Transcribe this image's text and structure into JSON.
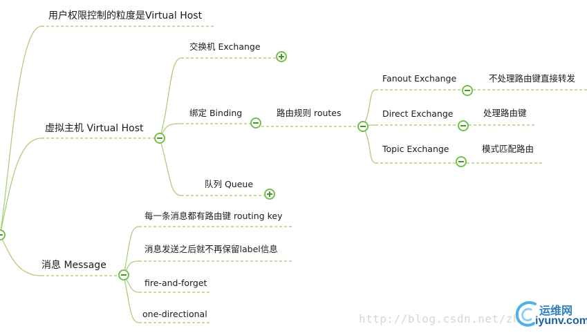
{
  "mindmap": {
    "root_branches": {
      "granularity": "用户权限控制的粒度是Virtual Host",
      "vhost": {
        "label": "虚拟主机  Virtual Host",
        "exchange": "交换机    Exchange",
        "binding": "绑定  Binding",
        "routes": "路由规则  routes",
        "fanout": "Fanout Exchange",
        "fanout_note": "不处理路由键直接转发",
        "direct": "Direct Exchange",
        "direct_note": "处理路由键",
        "topic": "Topic Exchange",
        "topic_note": "模式匹配路由",
        "queue": "队列  Queue"
      },
      "message": {
        "label": "消息  Message",
        "item1": "每一条消息都有路由键  routing key",
        "item2": "消息发送之后就不再保留label信息",
        "item3": "fire-and-forget",
        "item4": "one-directional"
      }
    }
  },
  "watermark": {
    "url": "http://blog.csdn.net/zh",
    "logo_cn": "运维网",
    "logo_en": "iyunv.com"
  },
  "colors": {
    "branch_line": "#a9cf75",
    "dashed_line": "#9acb6a",
    "toggle_border": "#72c04a",
    "toggle_symbol": "#3e9a25"
  }
}
